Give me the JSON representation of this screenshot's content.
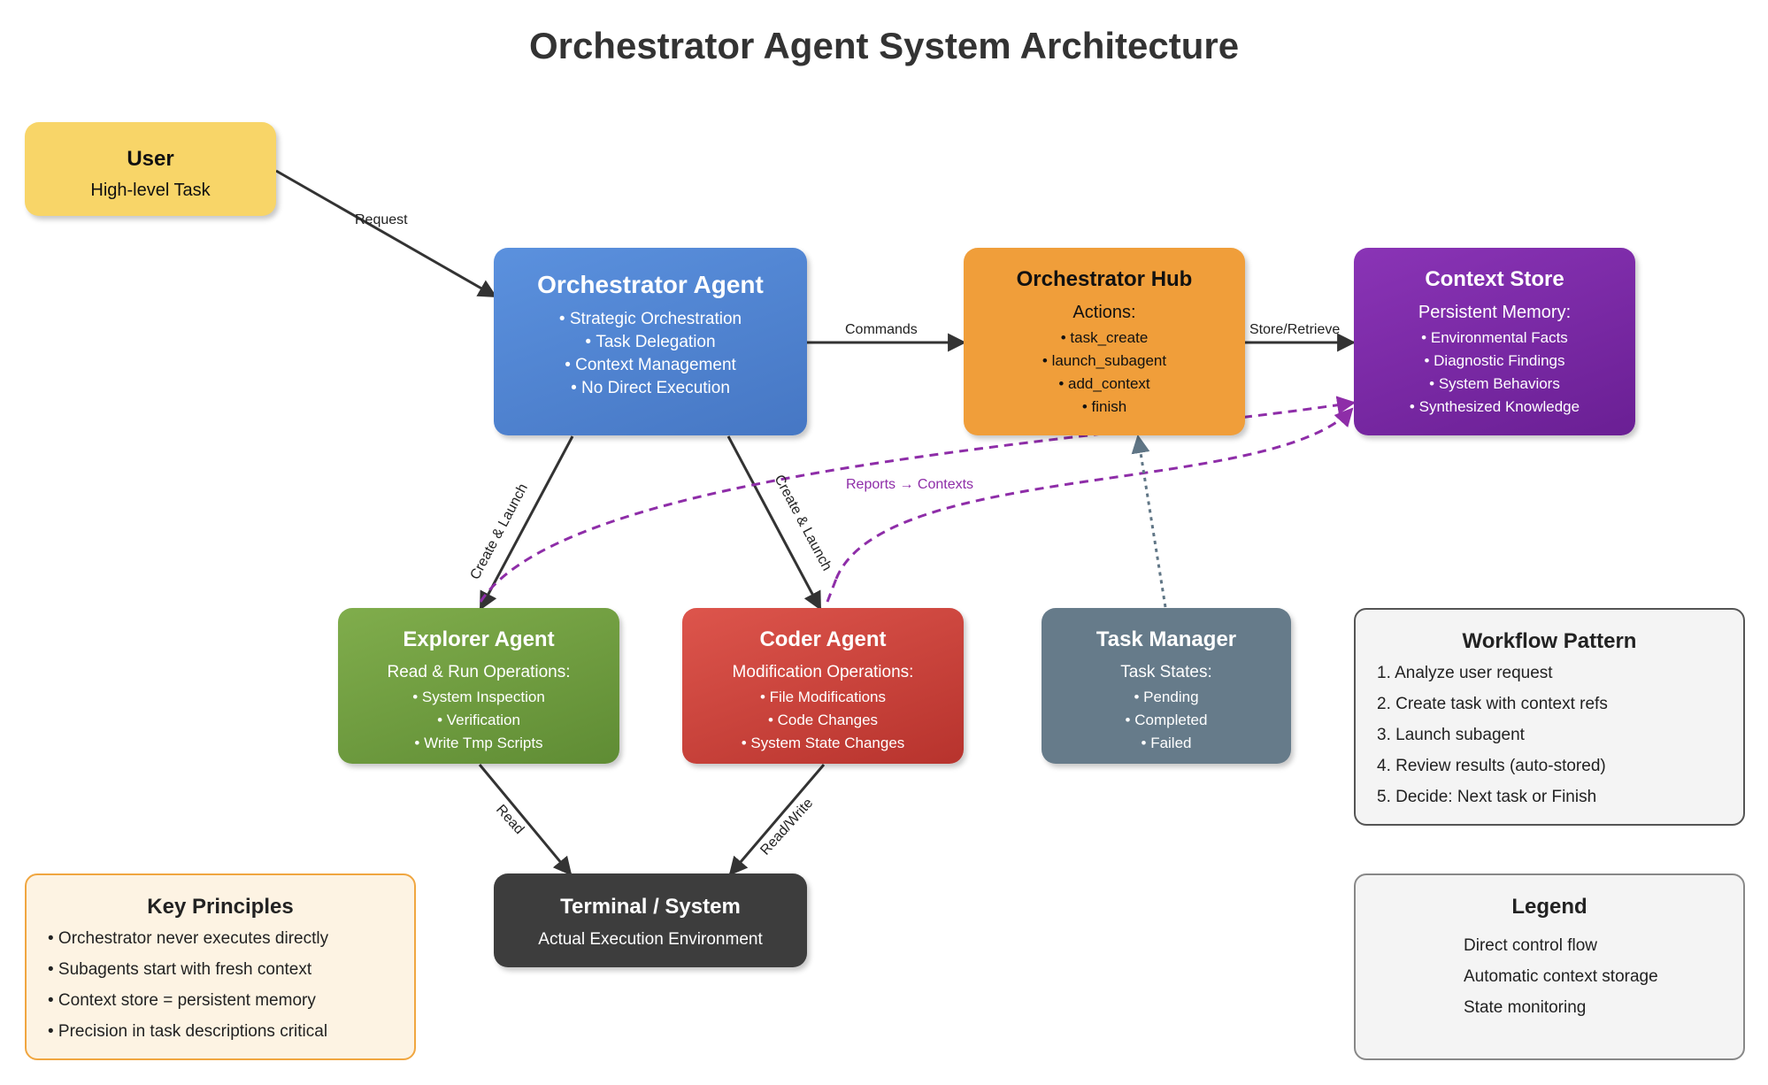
{
  "title": "Orchestrator Agent System Architecture",
  "nodes": {
    "user": {
      "title": "User",
      "subtitle": "High-level Task"
    },
    "orchestrator": {
      "title": "Orchestrator Agent",
      "items": [
        "Strategic Orchestration",
        "Task Delegation",
        "Context Management",
        "No Direct Execution"
      ]
    },
    "hub": {
      "title": "Orchestrator Hub",
      "subtitle": "Actions:",
      "items": [
        "task_create",
        "launch_subagent",
        "add_context",
        "finish"
      ]
    },
    "context": {
      "title": "Context Store",
      "subtitle": "Persistent Memory:",
      "items": [
        "Environmental Facts",
        "Diagnostic Findings",
        "System Behaviors",
        "Synthesized Knowledge"
      ]
    },
    "explorer": {
      "title": "Explorer Agent",
      "subtitle": "Read & Run Operations:",
      "items": [
        "System Inspection",
        "Verification",
        "Write Tmp Scripts"
      ]
    },
    "coder": {
      "title": "Coder Agent",
      "subtitle": "Modification Operations:",
      "items": [
        "File Modifications",
        "Code Changes",
        "System State Changes"
      ]
    },
    "taskmgr": {
      "title": "Task Manager",
      "subtitle": "Task States:",
      "items": [
        "Pending",
        "Completed",
        "Failed"
      ]
    },
    "terminal": {
      "title": "Terminal / System",
      "subtitle": "Actual Execution Environment"
    }
  },
  "edge_labels": {
    "request": "Request",
    "commands": "Commands",
    "store_retrieve": "Store/Retrieve",
    "create_launch_explorer": "Create & Launch",
    "create_launch_coder": "Create & Launch",
    "reports": "Reports → Contexts",
    "read": "Read",
    "read_write": "Read/Write"
  },
  "workflow": {
    "title": "Workflow Pattern",
    "steps": [
      "1. Analyze user request",
      "2. Create task with context refs",
      "3. Launch subagent",
      "4. Review results (auto-stored)",
      "5. Decide: Next task or Finish"
    ]
  },
  "principles": {
    "title": "Key Principles",
    "items": [
      "• Orchestrator never executes directly",
      "• Subagents start with fresh context",
      "• Context store = persistent memory",
      "• Precision in task descriptions critical"
    ]
  },
  "legend": {
    "title": "Legend",
    "items": [
      {
        "label": "Direct control flow",
        "color": "#333333",
        "style": "solid"
      },
      {
        "label": "Automatic context storage",
        "color": "#8e2da8",
        "style": "dashed"
      },
      {
        "label": "State monitoring",
        "color": "#5f7585",
        "style": "dotted"
      }
    ]
  },
  "colors": {
    "user": "#f8d568",
    "orchestrator": "#4a7fcf",
    "hub": "#f09e3a",
    "context": "#7a2aa3",
    "explorer": "#6d9a3f",
    "coder": "#c9403a",
    "taskmgr": "#667b8a",
    "terminal": "#3d3d3d",
    "control": "#333333",
    "storage": "#8e2da8",
    "monitor": "#5f7585"
  }
}
